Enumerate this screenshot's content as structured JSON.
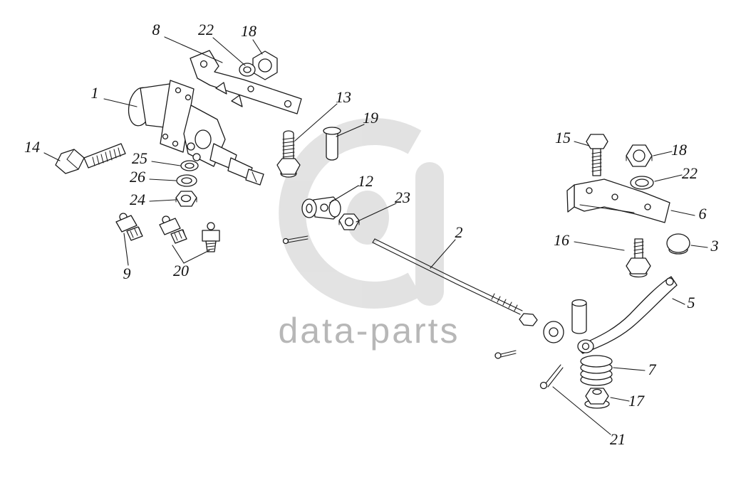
{
  "watermark": {
    "text": "data-parts",
    "color": "#b7b7b7"
  },
  "colors": {
    "line": "#1a1a1a",
    "background": "#ffffff",
    "logo": "#cccccc"
  },
  "labels": [
    {
      "id": "label-8",
      "text": "8"
    },
    {
      "id": "label-22-top",
      "text": "22"
    },
    {
      "id": "label-18-top",
      "text": "18"
    },
    {
      "id": "label-1",
      "text": "1"
    },
    {
      "id": "label-13",
      "text": "13"
    },
    {
      "id": "label-19",
      "text": "19"
    },
    {
      "id": "label-14",
      "text": "14"
    },
    {
      "id": "label-25",
      "text": "25"
    },
    {
      "id": "label-26",
      "text": "26"
    },
    {
      "id": "label-24",
      "text": "24"
    },
    {
      "id": "label-12",
      "text": "12"
    },
    {
      "id": "label-23",
      "text": "23"
    },
    {
      "id": "label-2",
      "text": "2"
    },
    {
      "id": "label-9",
      "text": "9"
    },
    {
      "id": "label-20",
      "text": "20"
    },
    {
      "id": "label-15",
      "text": "15"
    },
    {
      "id": "label-18-right",
      "text": "18"
    },
    {
      "id": "label-22-right",
      "text": "22"
    },
    {
      "id": "label-6",
      "text": "6"
    },
    {
      "id": "label-16",
      "text": "16"
    },
    {
      "id": "label-3",
      "text": "3"
    },
    {
      "id": "label-5",
      "text": "5"
    },
    {
      "id": "label-7",
      "text": "7"
    },
    {
      "id": "label-17",
      "text": "17"
    },
    {
      "id": "label-21",
      "text": "21"
    }
  ]
}
